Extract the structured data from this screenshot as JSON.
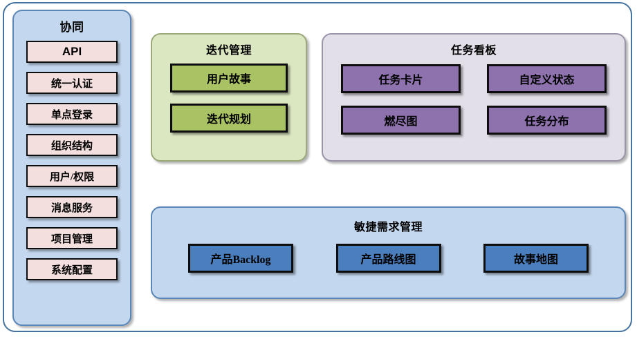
{
  "diagram": {
    "title_hidden": "",
    "colors": {
      "frame_border": "#4472a0",
      "sidebar_bg": "#c3d7ef",
      "sidebar_border": "#5b86b8",
      "sidebar_item_bg": "#f3e0de",
      "green_panel_bg": "#dbe7c1",
      "green_panel_border": "#9aa87a",
      "green_box_bg": "#a9c263",
      "purple_panel_bg": "#e3dfe9",
      "purple_panel_border": "#9b93a8",
      "purple_box_bg": "#8d72ad",
      "blue_panel_bg": "#c3d7ef",
      "blue_panel_border": "#5b86b8",
      "blue_box_bg": "#4b7ebc",
      "box_outline": "#0d0d0d"
    }
  },
  "collaboration": {
    "title": "协同",
    "items": [
      {
        "label": "API"
      },
      {
        "label": "统一认证"
      },
      {
        "label": "单点登录"
      },
      {
        "label": "组织结构"
      },
      {
        "label": "用户/权限"
      },
      {
        "label": "消息服务"
      },
      {
        "label": "项目管理"
      },
      {
        "label": "系统配置"
      }
    ]
  },
  "iteration": {
    "title": "迭代管理",
    "items": [
      {
        "label": "用户故事"
      },
      {
        "label": "迭代规划"
      }
    ]
  },
  "board": {
    "title": "任务看板",
    "items": [
      {
        "label": "任务卡片"
      },
      {
        "label": "自定义状态"
      },
      {
        "label": "燃尽图"
      },
      {
        "label": "任务分布"
      }
    ]
  },
  "agile": {
    "title": "敏捷需求管理",
    "items": [
      {
        "label": "产品Backlog"
      },
      {
        "label": "产品路线图"
      },
      {
        "label": "故事地图"
      }
    ]
  }
}
